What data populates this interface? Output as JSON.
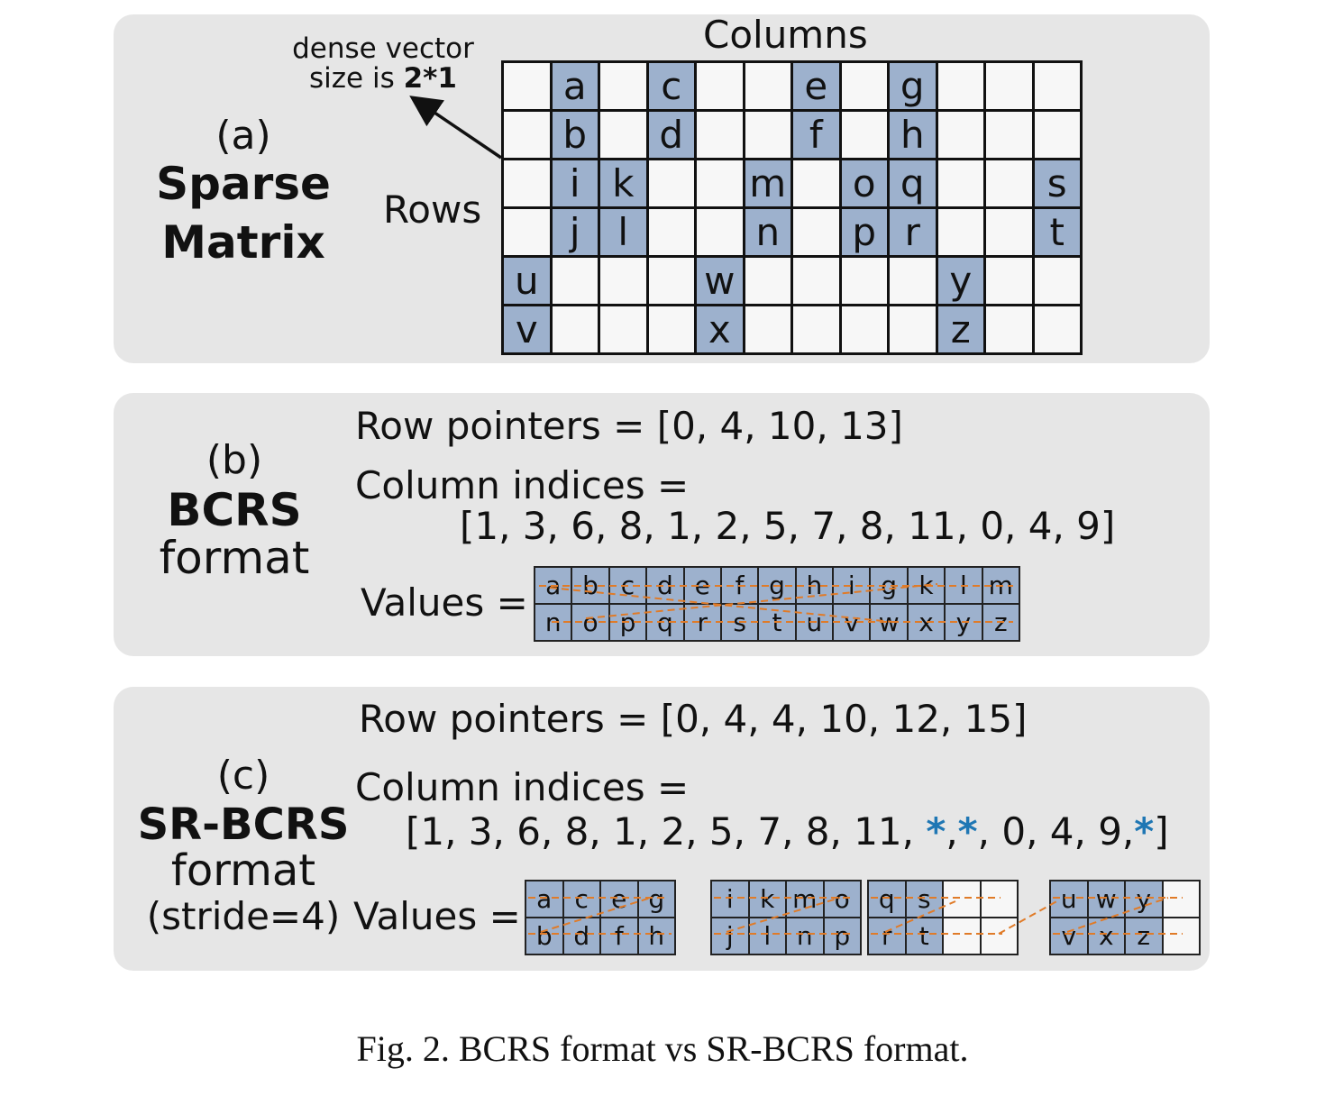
{
  "colors": {
    "panel": "#e6e6e6",
    "filled_cell": "#9db1cd",
    "empty_cell": "#f7f7f7",
    "link_line": "#e07b28",
    "star": "#1f77b4"
  },
  "panel_a": {
    "letter": "(a)",
    "title_line1": "Sparse",
    "title_line2": "Matrix",
    "columns_label": "Columns",
    "rows_label": "Rows",
    "annotation_line1": "dense vector",
    "annotation_line2_prefix": "size is ",
    "annotation_line2_bold": "2*1",
    "matrix": [
      [
        "",
        "a",
        "",
        "c",
        "",
        "",
        "e",
        "",
        "g",
        "",
        "",
        ""
      ],
      [
        "",
        "b",
        "",
        "d",
        "",
        "",
        "f",
        "",
        "h",
        "",
        "",
        ""
      ],
      [
        "",
        "i",
        "k",
        "",
        "",
        "m",
        "",
        "o",
        "q",
        "",
        "",
        "s"
      ],
      [
        "",
        "j",
        "l",
        "",
        "",
        "n",
        "",
        "p",
        "r",
        "",
        "",
        "t"
      ],
      [
        "u",
        "",
        "",
        "",
        "w",
        "",
        "",
        "",
        "",
        "y",
        "",
        ""
      ],
      [
        "v",
        "",
        "",
        "",
        "x",
        "",
        "",
        "",
        "",
        "z",
        "",
        ""
      ]
    ],
    "filled_columns_by_block_row": [
      [
        1,
        3,
        6,
        8
      ],
      [
        1,
        2,
        5,
        7,
        8,
        11
      ],
      [
        0,
        4,
        9
      ]
    ]
  },
  "panel_b": {
    "letter": "(b)",
    "title_line1": "BCRS",
    "title_line2": "format",
    "row_pointers": "Row pointers = [0, 4, 10, 13]",
    "column_indices_label": "Column indices =",
    "column_indices": "[1, 3, 6, 8, 1, 2, 5, 7, 8, 11, 0, 4, 9]",
    "values_label": "Values =",
    "values_row1": [
      "a",
      "b",
      "c",
      "d",
      "e",
      "f",
      "g",
      "h",
      "i",
      "g",
      "k",
      "l",
      "m"
    ],
    "values_row2": [
      "n",
      "o",
      "p",
      "q",
      "r",
      "s",
      "t",
      "u",
      "v",
      "w",
      "x",
      "y",
      "z"
    ]
  },
  "panel_c": {
    "letter": "(c)",
    "title_line1": "SR-BCRS",
    "title_line2": "format",
    "title_line3": "(stride=4)",
    "row_pointers": "Row pointers = [0, 4, 4, 10, 12, 15]",
    "column_indices_label": "Column indices =",
    "column_indices_part1": "[1, 3, 6, 8, 1, 2, 5, 7, 8, 11, ",
    "star": "*",
    "comma": ",",
    "column_indices_part2": ", 0, 4, 9,",
    "close_bracket": "]",
    "values_label": "Values =",
    "blocks": [
      {
        "top": [
          "a",
          "c",
          "e",
          "g"
        ],
        "bottom": [
          "b",
          "d",
          "f",
          "h"
        ]
      },
      {
        "top": [
          "i",
          "k",
          "m",
          "o"
        ],
        "bottom": [
          "j",
          "l",
          "n",
          "p"
        ]
      },
      {
        "top": [
          "q",
          "s",
          "",
          ""
        ],
        "bottom": [
          "r",
          "t",
          "",
          ""
        ]
      },
      {
        "top": [
          "u",
          "w",
          "y",
          ""
        ],
        "bottom": [
          "v",
          "x",
          "z",
          ""
        ]
      }
    ]
  },
  "caption": "Fig. 2.   BCRS format vs SR-BCRS format."
}
